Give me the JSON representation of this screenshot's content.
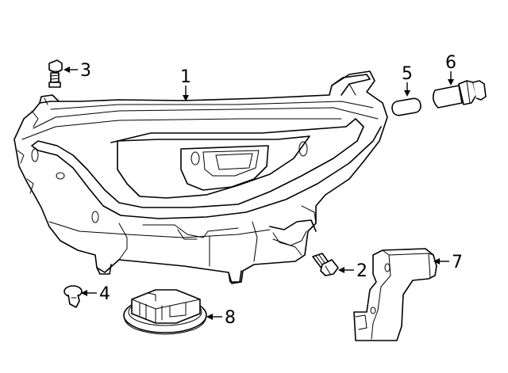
{
  "callouts": [
    {
      "id": "1",
      "label": "1"
    },
    {
      "id": "2",
      "label": "2"
    },
    {
      "id": "3",
      "label": "3"
    },
    {
      "id": "4",
      "label": "4"
    },
    {
      "id": "5",
      "label": "5"
    },
    {
      "id": "6",
      "label": "6"
    },
    {
      "id": "7",
      "label": "7"
    },
    {
      "id": "8",
      "label": "8"
    }
  ],
  "parts": [
    {
      "callout": "1",
      "icon": "headlamp-assembly-icon"
    },
    {
      "callout": "2",
      "icon": "bolt-icon"
    },
    {
      "callout": "3",
      "icon": "bolt-icon"
    },
    {
      "callout": "4",
      "icon": "clip-icon"
    },
    {
      "callout": "5",
      "icon": "bulb-icon"
    },
    {
      "callout": "6",
      "icon": "bulb-socket-icon"
    },
    {
      "callout": "7",
      "icon": "bracket-icon"
    },
    {
      "callout": "8",
      "icon": "cover-cap-icon"
    }
  ]
}
